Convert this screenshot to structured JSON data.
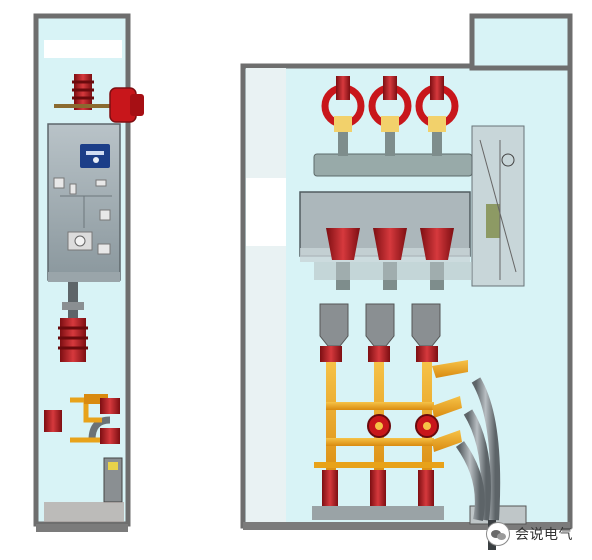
{
  "watermark": {
    "text": "会说电气",
    "icon": "wechat-logo-icon"
  },
  "colors": {
    "panel_fill": "#d8f3f6",
    "frame": "#6e6e6e",
    "breaker_body": "#c8ccce",
    "insulator_red": "#b51d22",
    "busbar_gold": "#e8a21a",
    "grey_pipe": "#8f9599",
    "control_blue": "#1c3e88"
  },
  "scene": {
    "left_cabinet": {
      "view": "side-section"
    },
    "right_cabinet": {
      "view": "front-section",
      "pole_count": 3
    }
  }
}
